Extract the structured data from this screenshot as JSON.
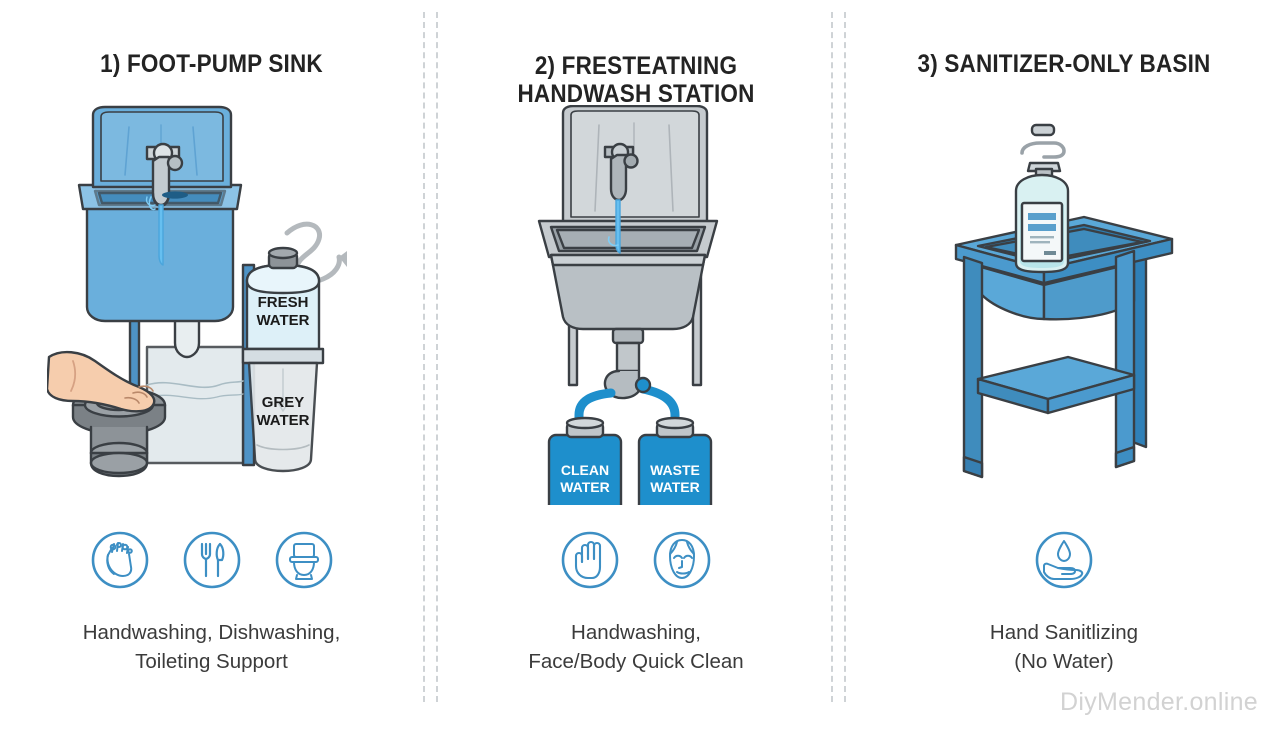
{
  "columns": [
    {
      "title": "1) FOOT-PUMP SINK",
      "illustration": "foot-pump-sink",
      "labels": {
        "fresh_water_line1": "FRESH",
        "fresh_water_line2": "WATER",
        "grey_water_line1": "GREY",
        "grey_water_line2": "WATER"
      },
      "icons": [
        {
          "name": "washing-hands-icon"
        },
        {
          "name": "fork-knife-icon"
        },
        {
          "name": "toilet-icon"
        }
      ],
      "caption": "Handwashing, Dishwashing,\nToileting Support"
    },
    {
      "title": "2) FRESTEATNING\nHANDWASH STATION",
      "illustration": "freestanding-handwash-station",
      "labels": {
        "clean_water_line1": "CLEAN",
        "clean_water_line2": "WATER",
        "waste_water_line1": "WASTE",
        "waste_water_line2": "WATER"
      },
      "icons": [
        {
          "name": "open-hand-icon"
        },
        {
          "name": "face-icon"
        }
      ],
      "caption": "Handwashing,\nFace/Body Quick Clean"
    },
    {
      "title": "3) SANITIZER-ONLY BASIN",
      "illustration": "sanitizer-only-basin",
      "labels": {},
      "icons": [
        {
          "name": "droplet-in-hand-icon"
        }
      ],
      "caption": "Hand Sanitlizing\n(No Water)"
    }
  ],
  "watermark": "DiyMender.online",
  "colors": {
    "background": "#ffffff",
    "title_text": "#232323",
    "caption_text": "#3b3b3b",
    "icon_blue": "#3d8fc4",
    "sink_blue": "#6aafdc",
    "sink_blue_dark": "#4e93c6",
    "jerrycan_blue": "#1e8fcc",
    "metal_grey": "#b9bec2",
    "outline": "#3a3f44",
    "divider": "#cfd3d6",
    "watermark": "#d2d2d2",
    "skin": "#f6cdad"
  }
}
